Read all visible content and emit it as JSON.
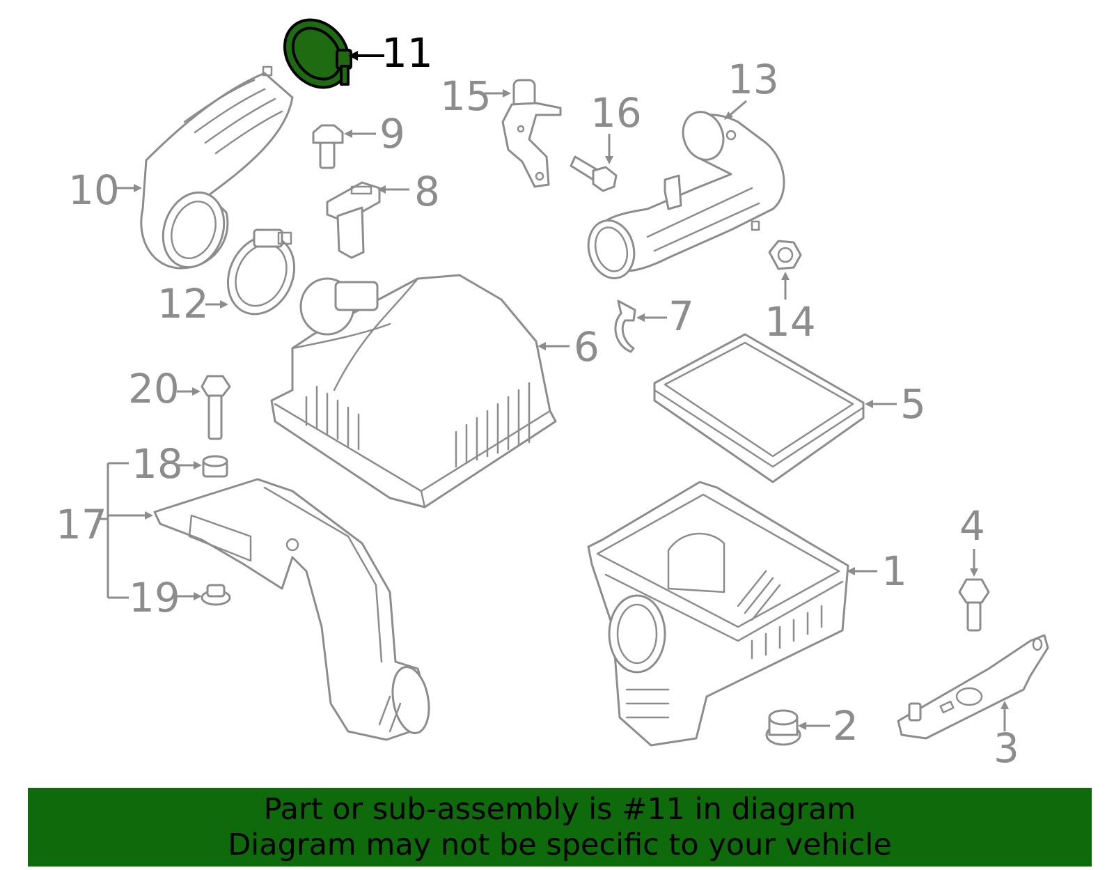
{
  "diagram": {
    "highlight_color": "#1e6b12",
    "part_color": "#8c8c8c",
    "callouts": {
      "c1": "1",
      "c2": "2",
      "c3": "3",
      "c4": "4",
      "c5": "5",
      "c6": "6",
      "c7": "7",
      "c8": "8",
      "c9": "9",
      "c10": "10",
      "c11": "11",
      "c12": "12",
      "c13": "13",
      "c14": "14",
      "c15": "15",
      "c16": "16",
      "c17": "17",
      "c18": "18",
      "c19": "19",
      "c20": "20"
    },
    "highlighted_callout": "11"
  },
  "banner": {
    "line1": "Part or sub-assembly is #11 in diagram",
    "line2": "Diagram may not be specific to your vehicle",
    "background": "#0f6a0b"
  }
}
